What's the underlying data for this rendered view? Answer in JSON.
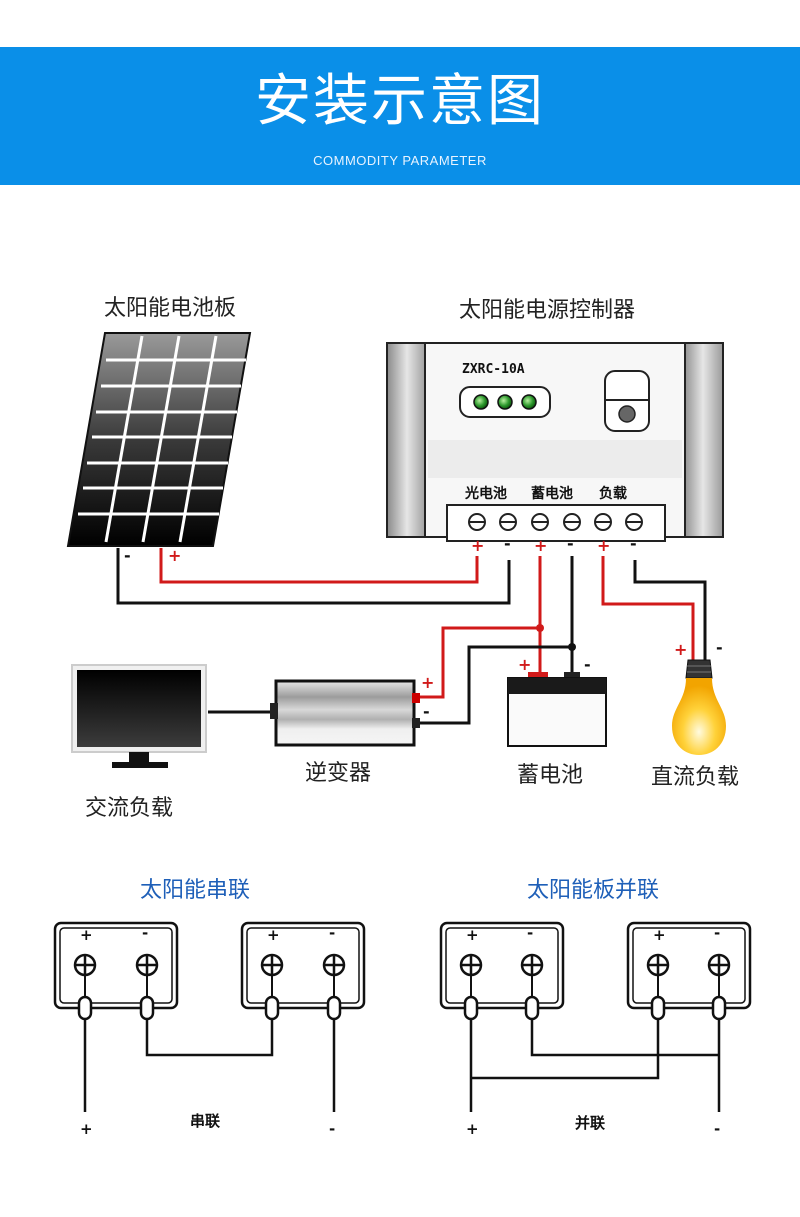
{
  "header": {
    "title": "安装示意图",
    "subtitle": "COMMODITY PARAMETER",
    "background_color": "#0a8fe8"
  },
  "wiring_diagram": {
    "solar_panel": {
      "label": "太阳能电池板",
      "terminals": [
        "-",
        "+"
      ]
    },
    "controller": {
      "label": "太阳能电源控制器",
      "model": "ZXRC-10A",
      "indicator_count": 3,
      "port_groups": [
        "光电池",
        "蓄电池",
        "负载"
      ],
      "terminal_signs": [
        "+",
        "-",
        "+",
        "-",
        "+",
        "-"
      ]
    },
    "ac_load": {
      "label": "交流负载"
    },
    "inverter": {
      "label": "逆变器",
      "terminals": [
        "+",
        "-"
      ]
    },
    "battery": {
      "label": "蓄电池",
      "terminals": [
        "+",
        "-"
      ]
    },
    "dc_load": {
      "label": "直流负载",
      "terminals": [
        "+",
        "-"
      ]
    },
    "colors": {
      "positive_wire": "#d11a1a",
      "negative_wire": "#111111"
    }
  },
  "series_diagram": {
    "title": "太阳能串联",
    "caption": "串联",
    "output_signs": [
      "+",
      "-"
    ],
    "panel_signs": [
      "+",
      "-"
    ]
  },
  "parallel_diagram": {
    "title": "太阳能板并联",
    "caption": "并联",
    "output_signs": [
      "+",
      "-"
    ],
    "panel_signs": [
      "+",
      "-"
    ]
  }
}
